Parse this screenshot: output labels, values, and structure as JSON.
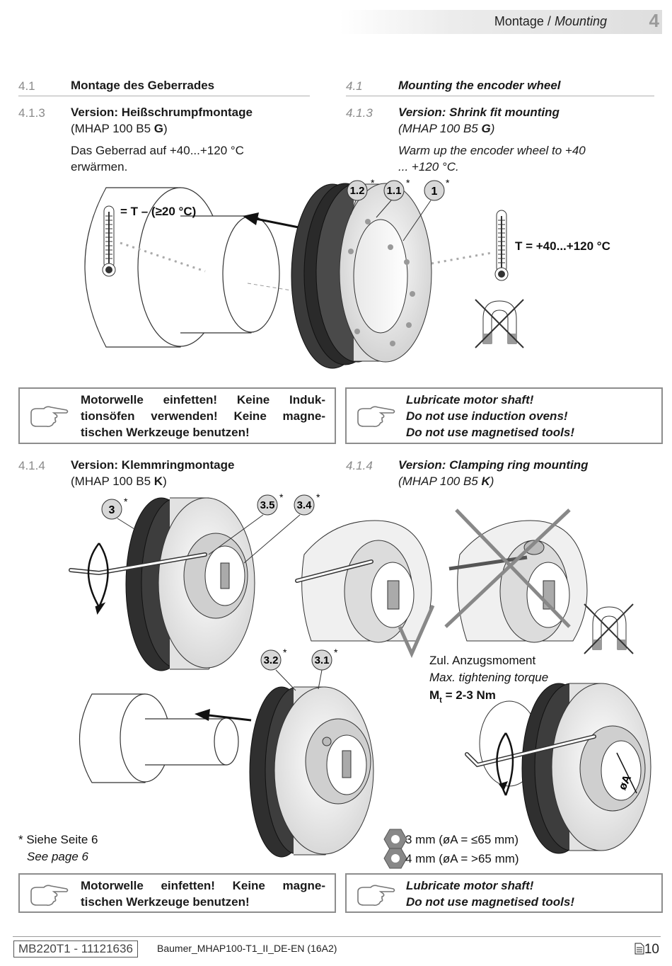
{
  "header": {
    "title_de": "Montage",
    "separator": " / ",
    "title_en": "Mounting",
    "chapter": "4"
  },
  "s41": {
    "num": "4.1",
    "title_de": "Montage des Geberrades",
    "title_en": "Mounting the encoder wheel"
  },
  "s413": {
    "num": "4.1.3",
    "de_line1": "Version: Heißschrumpfmontage",
    "de_model_pre": "(MHAP 100 B5 ",
    "de_model_bold": "G",
    "de_model_post": ")",
    "de_text": "Das Geberrad auf +40...+120 °C erwärmen.",
    "en_line1": "Version: Shrink fit mounting",
    "en_model_pre": "(MHAP 100 B5 ",
    "en_model_bold": "G",
    "en_model_post": ")",
    "en_text": "Warm up the encoder wheel to +40 ... +120 °C."
  },
  "fig1": {
    "label_12": "1.2",
    "label_11": "1.1",
    "label_1": "1",
    "star": "*",
    "shaft_temp": "= T  – (≥20 °C)",
    "wheel_temp": "T = +40...+120 °C"
  },
  "note1": {
    "de_l1": "Motorwelle einfetten! Keine Induk-",
    "de_l2": "tionsöfen verwenden! Keine magne-",
    "de_l3": "tischen Werkzeuge benutzen!",
    "en_l1": "Lubricate motor shaft!",
    "en_l2": "Do not use induction ovens!",
    "en_l3": "Do not use magnetised tools!"
  },
  "s414": {
    "num": "4.1.4",
    "de_line1": "Version: Klemmringmontage",
    "de_model_pre": "(MHAP 100 B5 ",
    "de_model_bold": "K",
    "de_model_post": ")",
    "en_line1": "Version: Clamping ring mounting",
    "en_model_pre": "(MHAP 100 B5 ",
    "en_model_bold": "K",
    "en_model_post": ")"
  },
  "fig2": {
    "label_3": "3",
    "label_35": "3.5",
    "label_34": "3.4",
    "label_32": "3.2",
    "label_31": "3.1",
    "star": "*",
    "torque_de": "Zul. Anzugsmoment",
    "torque_en": "Max. tightening torque",
    "torque_val_pre": "M",
    "torque_val_sub": "t",
    "torque_val_post": " = 2-3 Nm",
    "dim_label": "øA",
    "hex1": "3 mm (øA = ≤65 mm)",
    "hex2": "4 mm (øA = >65 mm)",
    "see_de": "* Siehe Seite 6",
    "see_en": "See page 6"
  },
  "note2": {
    "de_l1": "Motorwelle einfetten! Keine magne-",
    "de_l2": "tischen Werkzeuge benutzen!",
    "en_l1": "Lubricate motor shaft!",
    "en_l2": "Do not use magnetised tools!"
  },
  "footer": {
    "doc_id": "MB220T1 - 11121636",
    "filename": "Baumer_MHAP100-T1_II_DE-EN (16A2)",
    "page": "10"
  }
}
